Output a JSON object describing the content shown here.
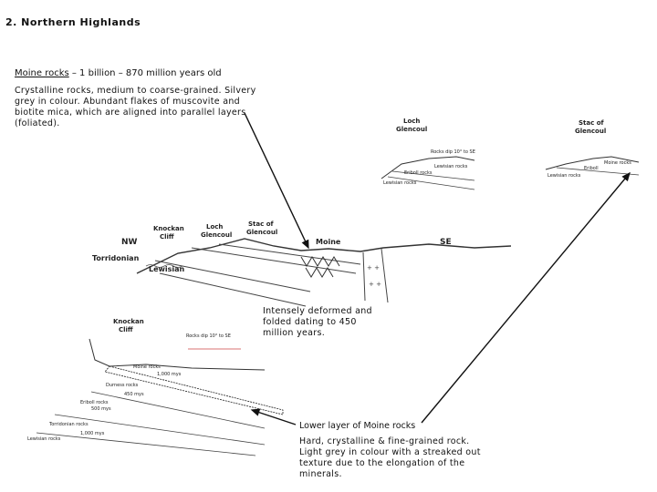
{
  "title": "2. Northern Highlands",
  "moine": {
    "heading": "Moine rocks",
    "age": " – 1 billion – 870 million years old"
  },
  "descriptions": {
    "crystalline": "Crystalline rocks, medium to coarse-grained. Silvery grey in colour. Abundant flakes of muscovite and biotite mica, which are aligned into parallel layers (foliated).",
    "deformed": "Intensely deformed and folded dating to 450 million years.",
    "lower_layer": "Lower layer of Moine rocks",
    "hard": "Hard, crystalline & fine-grained rock. Light grey in colour with a streaked out texture due to the elongation of the minerals."
  },
  "cross_section": {
    "nw": "NW",
    "se": "SE",
    "knockan_cliff_1": "Knockan",
    "knockan_cliff_2": "Cliff",
    "loch_glencoul_1": "Loch",
    "loch_glencoul_2": "Glencoul",
    "stac_1": "Stac of",
    "stac_2": "Glencoul",
    "moine": "Moine",
    "torridonian": "Torridonian",
    "lewisian": "Lewisian"
  },
  "loch_sketch": {
    "title_1": "Loch",
    "title_2": "Glencoul",
    "dip": "Rocks dip 10° to SE",
    "lewisian_top": "Lewisian rocks",
    "eriboll": "Eriboll rocks",
    "lewisian_bottom": "Lewisian rocks"
  },
  "stac_sketch": {
    "title_1": "Stac of",
    "title_2": "Glencoul",
    "moine": "Moine rocks",
    "eriboll": "Eriboll",
    "lewisian": "Lewisian rocks"
  },
  "knockan_sketch": {
    "title_1": "Knockan",
    "title_2": "Cliff",
    "dip": "Rocks dip 10° to SE",
    "moine": "Moine rocks",
    "moine_age": "1,000 mys",
    "durness": "Durness rocks",
    "durness_age": "450 mys",
    "eriboll": "Eriboll rocks",
    "eriboll_age": "500 mys",
    "torridonian": "Torridonian rocks",
    "torridonian_age": "1,000 mys",
    "lewisian": "Lewisian rocks"
  }
}
